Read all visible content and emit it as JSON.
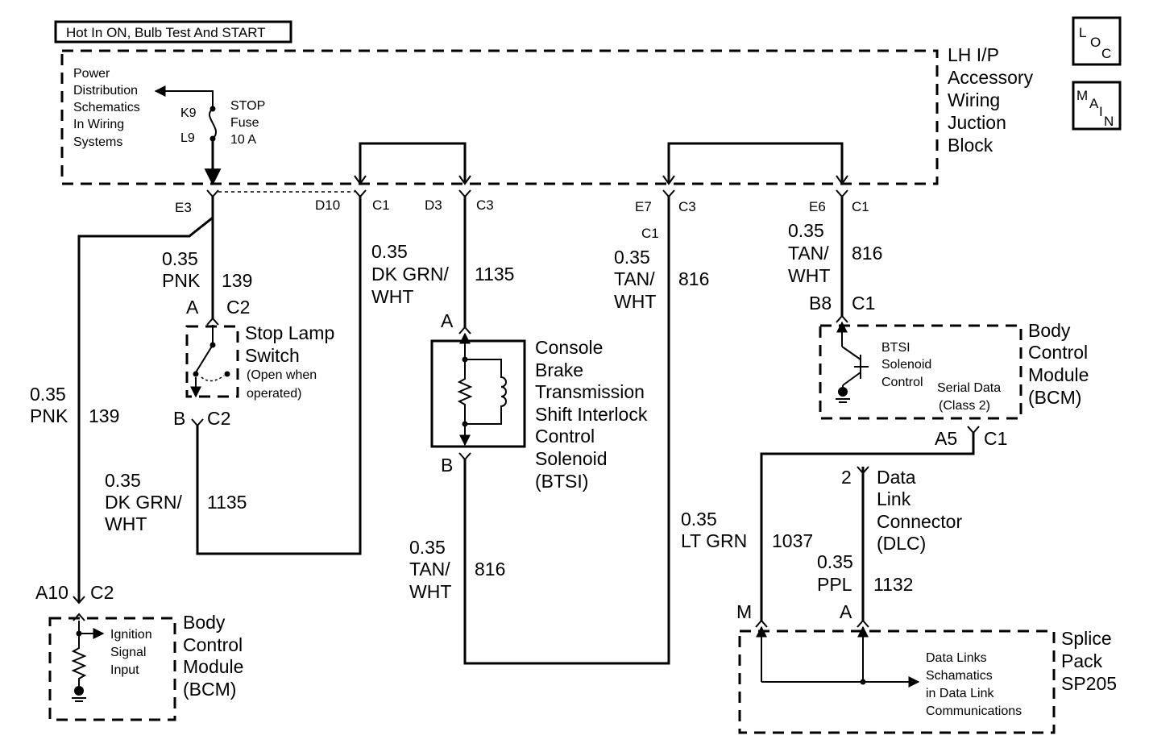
{
  "header": {
    "title": "Hot In ON, Bulb Test And START"
  },
  "badges": {
    "loc": [
      "L",
      "O",
      "C"
    ],
    "main": [
      "M",
      "A",
      "I",
      "N"
    ]
  },
  "junction_block": {
    "lines": [
      "LH I/P",
      "Accessory",
      "Wiring",
      "Juction",
      "Block"
    ]
  },
  "power_dist": {
    "lines": [
      "Power",
      "Distribution",
      "Schematics",
      "In Wiring",
      "Systems"
    ]
  },
  "fuse": {
    "top_pin": "K9",
    "bottom_pin": "L9",
    "lines": [
      "STOP",
      "Fuse",
      "10 A"
    ]
  },
  "connectors": {
    "e3": "E3",
    "d10": "D10",
    "d10_c": "C1",
    "d3": "D3",
    "d3_c": "C3",
    "e7": "E7",
    "e7_c": "C3",
    "e7_c2": "C1",
    "e6": "E6",
    "e6_c": "C1",
    "sw_a": "A",
    "sw_a_c": "C2",
    "sw_b": "B",
    "sw_b_c": "C2",
    "sol_a": "A",
    "sol_b": "B",
    "b8": "B8",
    "b8_c": "C1",
    "a5": "A5",
    "a5_c": "C1",
    "a10": "A10",
    "a10_c": "C2",
    "dlc_pin": "2",
    "m": "M",
    "sp_a": "A"
  },
  "wires": {
    "pnk_switch": {
      "size": "0.35",
      "color": "PNK",
      "circuit": "139"
    },
    "pnk_bcm": {
      "size": "0.35",
      "color": "PNK",
      "circuit": "139"
    },
    "dkgrn_left": {
      "size": "0.35",
      "color_lines": [
        "DK GRN/",
        "WHT"
      ],
      "circuit": "1135"
    },
    "dkgrn_mid": {
      "size": "0.35",
      "color_lines": [
        "DK GRN/",
        "WHT"
      ],
      "circuit": "1135"
    },
    "tan_bottom": {
      "size": "0.35",
      "color_lines": [
        "TAN/",
        "WHT"
      ],
      "circuit": "816"
    },
    "tan_e7": {
      "size": "0.35",
      "color_lines": [
        "TAN/",
        "WHT"
      ],
      "circuit": "816"
    },
    "tan_e6": {
      "size": "0.35",
      "color_lines": [
        "TAN/",
        "WHT"
      ],
      "circuit": "816"
    },
    "ltgrn": {
      "size": "0.35",
      "color": "LT GRN",
      "circuit": "1037"
    },
    "ppl": {
      "size": "0.35",
      "color": "PPL",
      "circuit": "1132"
    }
  },
  "stop_lamp_switch": {
    "lines": [
      "Stop Lamp",
      "Switch"
    ],
    "note_lines": [
      "(Open when",
      "operated)"
    ]
  },
  "solenoid": {
    "lines": [
      "Console",
      "Brake",
      "Transmission",
      "Shift Interlock",
      "Control",
      "Solenoid",
      "(BTSI)"
    ]
  },
  "bcm_top": {
    "lines": [
      "Body",
      "Control",
      "Module",
      "(BCM)"
    ],
    "inner_lines": [
      "BTSI",
      "Solenoid",
      "Control"
    ],
    "serial_lines": [
      "Serial Data",
      "(Class 2)"
    ]
  },
  "bcm_bottom": {
    "lines": [
      "Body",
      "Control",
      "Module",
      "(BCM)"
    ],
    "inner_lines": [
      "Ignition",
      "Signal",
      "Input"
    ]
  },
  "dlc": {
    "lines": [
      "Data",
      "Link",
      "Connector",
      "(DLC)"
    ]
  },
  "splice_pack": {
    "lines": [
      "Splice",
      "Pack",
      "SP205"
    ],
    "inner_lines": [
      "Data Links",
      "Schamatics",
      "in Data Link",
      "Communications"
    ]
  }
}
